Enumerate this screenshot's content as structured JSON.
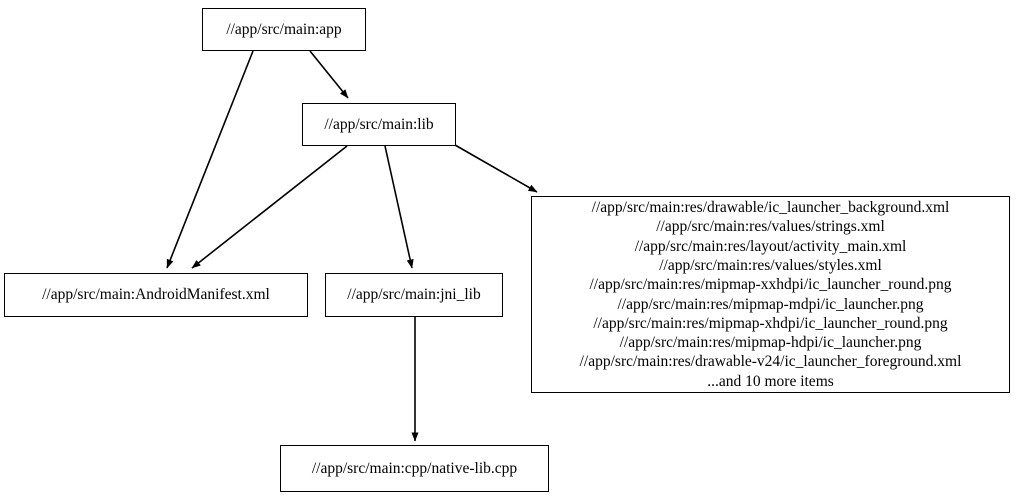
{
  "diagram": {
    "type": "dependency-graph",
    "nodes": [
      {
        "id": "app",
        "label": "//app/src/main:app"
      },
      {
        "id": "lib",
        "label": "//app/src/main:lib"
      },
      {
        "id": "manifest",
        "label": "//app/src/main:AndroidManifest.xml"
      },
      {
        "id": "jni_lib",
        "label": "//app/src/main:jni_lib"
      },
      {
        "id": "native_lib",
        "label": "//app/src/main:cpp/native-lib.cpp"
      },
      {
        "id": "resources",
        "lines": [
          "//app/src/main:res/drawable/ic_launcher_background.xml",
          "//app/src/main:res/values/strings.xml",
          "//app/src/main:res/layout/activity_main.xml",
          "//app/src/main:res/values/styles.xml",
          "//app/src/main:res/mipmap-xxhdpi/ic_launcher_round.png",
          "//app/src/main:res/mipmap-mdpi/ic_launcher.png",
          "//app/src/main:res/mipmap-xhdpi/ic_launcher_round.png",
          "//app/src/main:res/mipmap-hdpi/ic_launcher.png",
          "//app/src/main:res/drawable-v24/ic_launcher_foreground.xml",
          "...and 10 more items"
        ]
      }
    ],
    "edges": [
      {
        "from": "app",
        "to": "manifest"
      },
      {
        "from": "app",
        "to": "lib"
      },
      {
        "from": "lib",
        "to": "manifest"
      },
      {
        "from": "lib",
        "to": "jni_lib"
      },
      {
        "from": "lib",
        "to": "resources"
      },
      {
        "from": "jni_lib",
        "to": "native_lib"
      }
    ],
    "colors": {
      "background": "#ffffff",
      "node_border": "#000000",
      "node_fill": "#ffffff",
      "edge": "#000000",
      "text": "#000000"
    }
  }
}
